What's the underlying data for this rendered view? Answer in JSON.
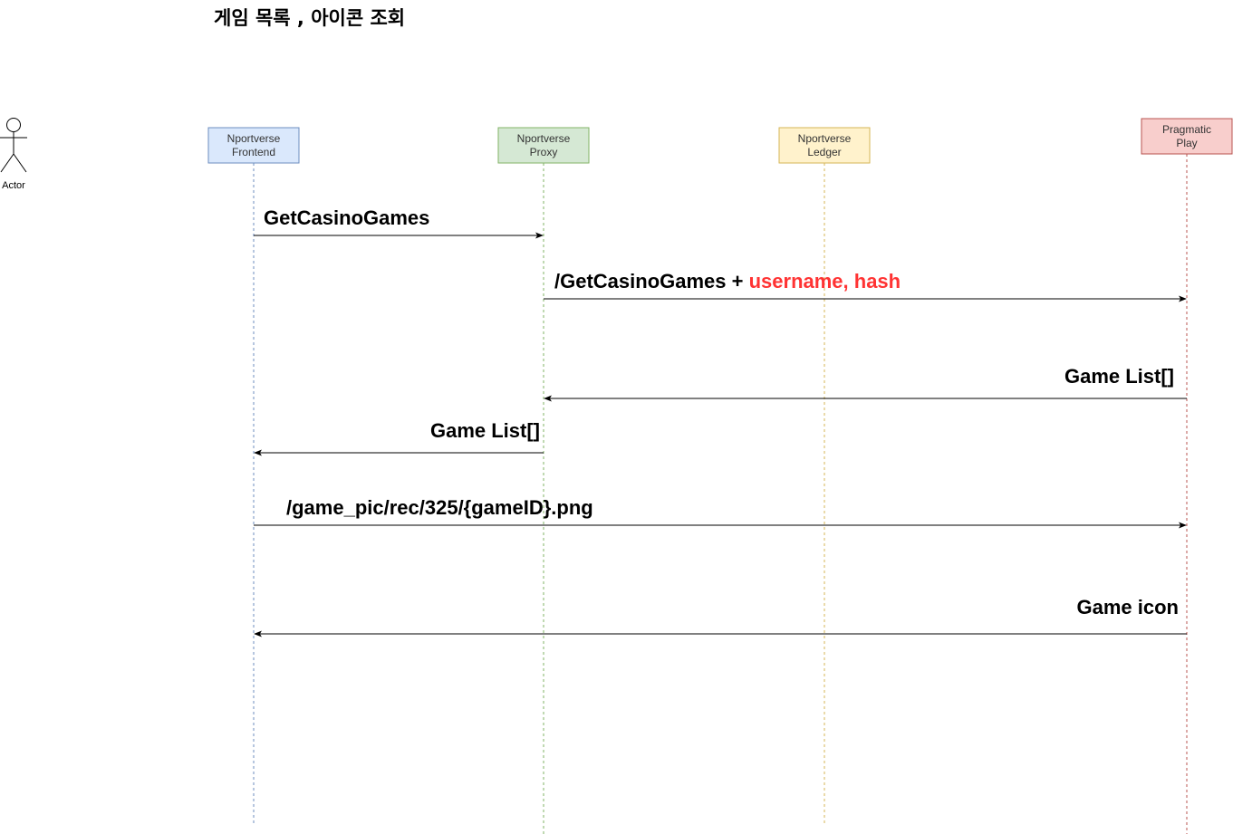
{
  "title": "게임 목록 , 아이콘 조회",
  "actor": {
    "label": "Actor"
  },
  "participants": [
    {
      "id": "frontend",
      "lines": [
        "Nportverse",
        "Frontend"
      ],
      "fill": "#dae8fc",
      "stroke": "#6c8ebf"
    },
    {
      "id": "proxy",
      "lines": [
        "Nportverse",
        "Proxy"
      ],
      "fill": "#d5e8d4",
      "stroke": "#82b366"
    },
    {
      "id": "ledger",
      "lines": [
        "Nportverse",
        "Ledger"
      ],
      "fill": "#fff2cc",
      "stroke": "#d6b656"
    },
    {
      "id": "pragmatic",
      "lines": [
        "Pragmatic",
        "Play"
      ],
      "fill": "#f8cecc",
      "stroke": "#b85450"
    }
  ],
  "messages": [
    {
      "from": "frontend",
      "to": "proxy",
      "parts": [
        {
          "text": "GetCasinoGames",
          "color": "#000000"
        }
      ]
    },
    {
      "from": "proxy",
      "to": "pragmatic",
      "parts": [
        {
          "text": "/GetCasinoGames + ",
          "color": "#000000"
        },
        {
          "text": "username, hash",
          "color": "#ff3333"
        }
      ]
    },
    {
      "from": "pragmatic",
      "to": "proxy",
      "parts": [
        {
          "text": "Game List[]",
          "color": "#000000"
        }
      ]
    },
    {
      "from": "proxy",
      "to": "frontend",
      "parts": [
        {
          "text": "Game List[]",
          "color": "#000000"
        }
      ]
    },
    {
      "from": "frontend",
      "to": "pragmatic",
      "parts": [
        {
          "text": "/game_pic/rec/325/{gameID}.png",
          "color": "#000000"
        }
      ]
    },
    {
      "from": "pragmatic",
      "to": "frontend",
      "parts": [
        {
          "text": "Game icon",
          "color": "#000000"
        }
      ]
    }
  ]
}
